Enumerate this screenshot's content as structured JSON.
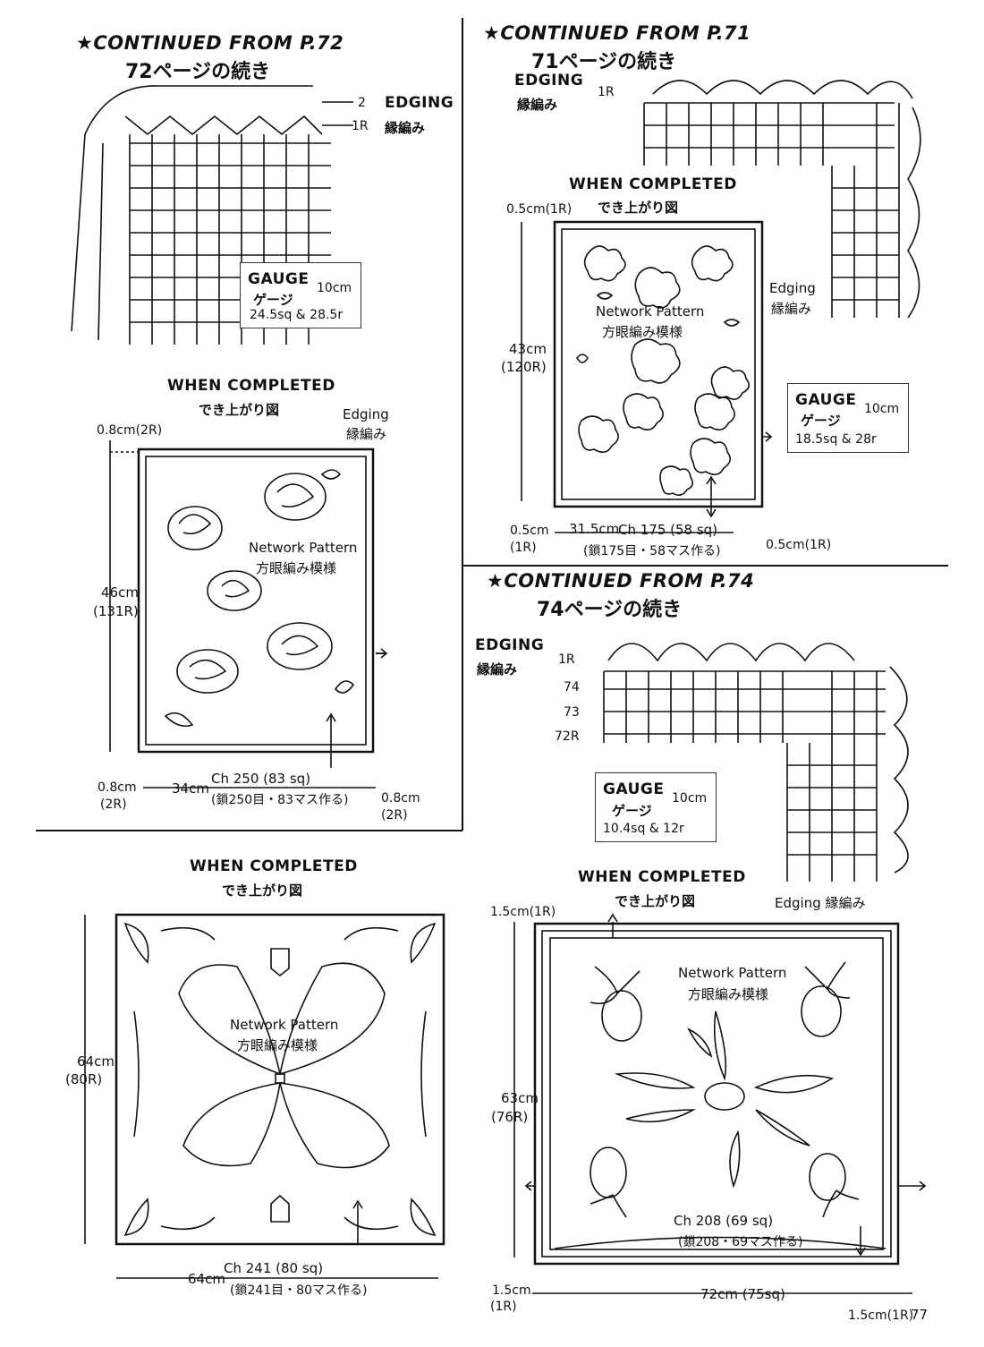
{
  "p1": {
    "heading": "★CONTINUED FROM P.72",
    "heading_jp": "72ページの続き",
    "edging_row2": "2",
    "edging_row1": "1R",
    "edging": "EDGING",
    "edging_jp": "縁編み",
    "gauge": "GAUGE",
    "gauge_jp": "ゲージ",
    "gauge_size": "10cm",
    "gauge_value": "24.5sq & 28.5r",
    "completed": "WHEN COMPLETED",
    "completed_jp": "でき上がり図",
    "edge_label": "Edging",
    "edge_label_jp": "縁編み",
    "margin_top": "0.8cm(2R)",
    "height": "46cm",
    "height_rows": "(131R)",
    "pattern": "Network Pattern",
    "pattern_jp": "方眼編み模様",
    "margin_bl": "0.8cm",
    "margin_bl_r": "(2R)",
    "width": "34cm",
    "chain": "Ch 250 (83 sq)",
    "chain_jp": "(鎖250目・83マス作る)",
    "margin_br": "0.8cm",
    "margin_br_r": "(2R)"
  },
  "p2": {
    "heading": "★CONTINUED FROM P.71",
    "heading_jp": "71ページの続き",
    "edging": "EDGING",
    "edging_jp": "縁編み",
    "edging_row1": "1R",
    "completed": "WHEN COMPLETED",
    "completed_jp": "でき上がり図",
    "margin_top": "0.5cm(1R)",
    "edge_label": "Edging",
    "edge_label_jp": "縁編み",
    "pattern": "Network Pattern",
    "pattern_jp": "方眼編み模様",
    "height": "43cm",
    "height_rows": "(120R)",
    "gauge": "GAUGE",
    "gauge_jp": "ゲージ",
    "gauge_size": "10cm",
    "gauge_value": "18.5sq & 28r",
    "margin_bl": "0.5cm",
    "margin_bl_r": "(1R)",
    "width": "31.5cm",
    "chain": "Ch 175 (58 sq)",
    "chain_jp": "(鎖175目・58マス作る)",
    "margin_br": "0.5cm(1R)"
  },
  "p3": {
    "heading": "★CONTINUED FROM P.74",
    "heading_jp": "74ページの続き",
    "edging": "EDGING",
    "edging_jp": "縁編み",
    "edging_row1": "1R",
    "row74": "74",
    "row73": "73",
    "row72": "72R",
    "gauge": "GAUGE",
    "gauge_jp": "ゲージ",
    "gauge_size": "10cm",
    "gauge_value": "10.4sq & 12r",
    "completed": "WHEN COMPLETED",
    "completed_jp": "でき上がり図",
    "edge_label": "Edging 縁編み",
    "margin_top": "1.5cm(1R)",
    "pattern": "Network Pattern",
    "pattern_jp": "方眼編み模様",
    "height": "63cm",
    "height_rows": "(76R)",
    "chain": "Ch 208 (69 sq)",
    "chain_jp": "(鎖208・69マス作る)",
    "margin_bl": "1.5cm",
    "margin_bl_r": "(1R)",
    "width": "72cm (75sq)",
    "margin_br": "1.5cm(1R)",
    "page_number": "77"
  },
  "p4": {
    "completed": "WHEN COMPLETED",
    "completed_jp": "でき上がり図",
    "pattern": "Network Pattern",
    "pattern_jp": "方眼編み模様",
    "height": "64cm",
    "height_rows": "(80R)",
    "width": "64cm",
    "chain": "Ch 241 (80 sq)",
    "chain_jp": "(鎖241目・80マス作る)"
  }
}
